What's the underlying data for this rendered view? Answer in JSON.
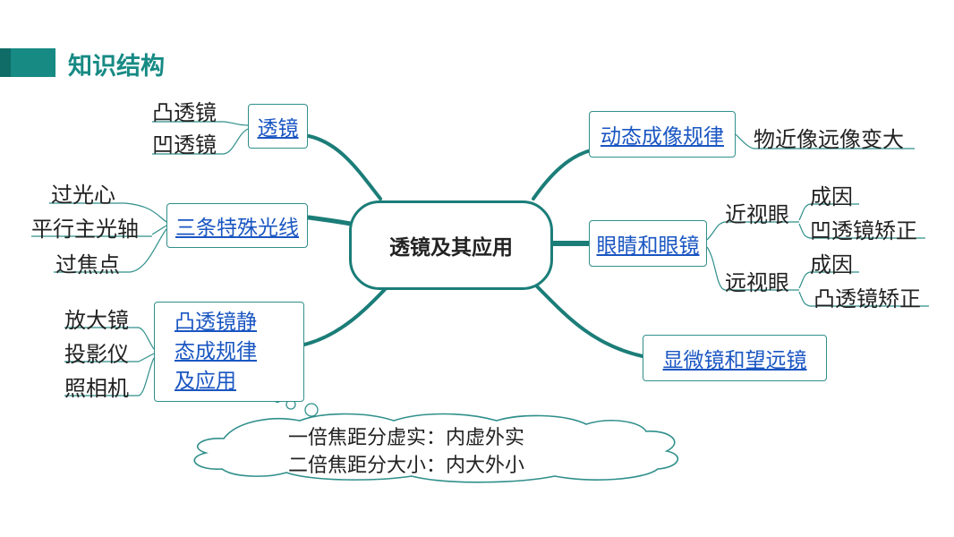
{
  "header": {
    "title": "知识结构"
  },
  "center": {
    "label": "透镜及其应用"
  },
  "branches": {
    "lens": {
      "label": "透镜",
      "children": [
        "凸透镜",
        "凹透镜"
      ]
    },
    "rays": {
      "label": "三条特殊光线",
      "children": [
        "过光心",
        "平行主光轴",
        "过焦点"
      ]
    },
    "static": {
      "lines": [
        "凸透镜静",
        "态成规律",
        "及应用"
      ],
      "children": [
        "放大镜",
        "投影仪",
        "照相机"
      ]
    },
    "dynamic": {
      "label": "动态成像规律",
      "children": [
        "物近像远像变大"
      ]
    },
    "eye": {
      "label": "眼睛和眼镜",
      "myopia": {
        "label": "近视眼",
        "children": [
          "成因",
          "凹透镜矫正"
        ]
      },
      "hyperopia": {
        "label": "远视眼",
        "children": [
          "成因",
          "凸透镜矫正"
        ]
      }
    },
    "scope": {
      "label": "显微镜和望远镜"
    }
  },
  "cloud": {
    "lines": [
      "一倍焦距分虚实：内虚外实",
      "二倍焦距分大小：内大外小"
    ]
  },
  "colors": {
    "accent": "#178a84",
    "line": "#1b7d78",
    "link": "#1a56c2"
  }
}
